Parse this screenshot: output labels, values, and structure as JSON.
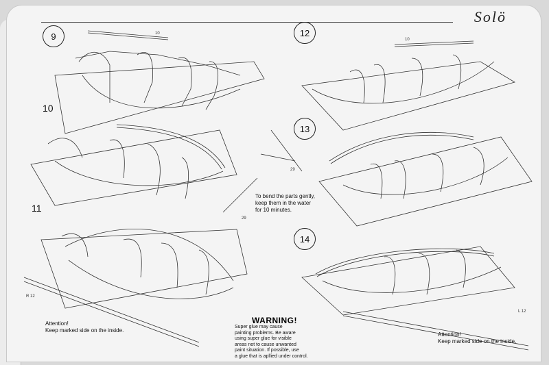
{
  "brand": "Solö",
  "steps": [
    {
      "number": "9"
    },
    {
      "number": "10"
    },
    {
      "number": "11"
    },
    {
      "number": "12"
    },
    {
      "number": "13"
    },
    {
      "number": "14"
    }
  ],
  "part_labels": {
    "p10_a": "10",
    "p10_b": "10",
    "p29_a": "29",
    "p29_b": "29",
    "r12": "R 12",
    "l12": "L 12"
  },
  "bend_note": [
    "To bend the parts gently,",
    "keep them in the water",
    "for 10 minutes."
  ],
  "attention_left": [
    "Attention!",
    "Keep marked side on the inside."
  ],
  "attention_right": [
    "Attention!",
    "Keep marked side on the inside."
  ],
  "warning": {
    "title": "WARNING!",
    "lines": [
      "Super glue may cause",
      "painting problems. Be aware",
      "using super glue for visible",
      "areas not to cause unwanted",
      "paint situation. If possible, use",
      "a glue that is apllied under control."
    ]
  }
}
